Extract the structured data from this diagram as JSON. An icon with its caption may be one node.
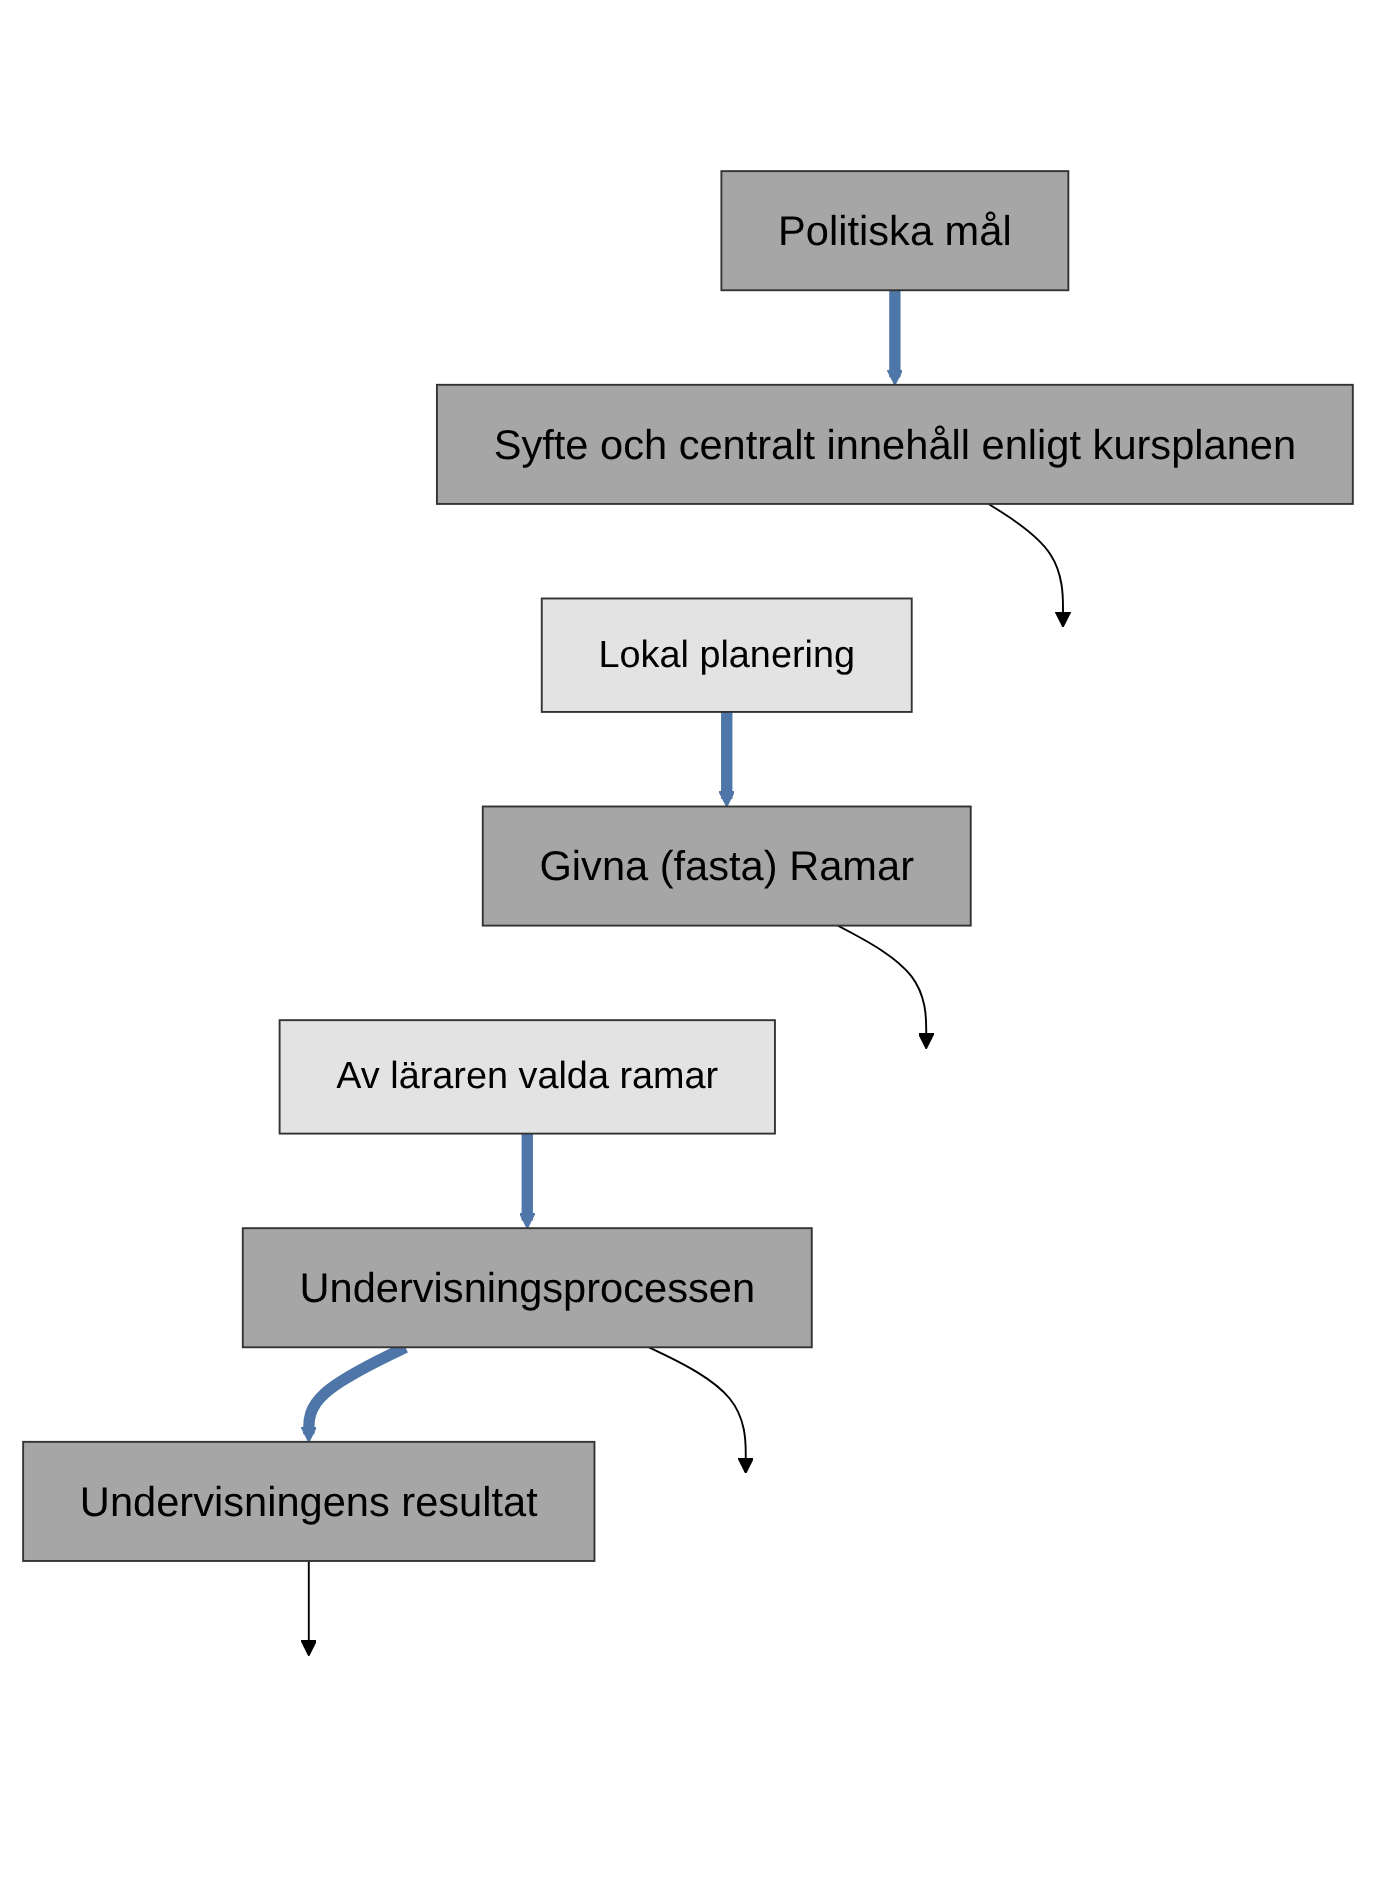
{
  "diagram": {
    "nodes": [
      {
        "text": [
          "Politiska mål"
        ]
      },
      {
        "text": [
          "Syfte och centralt innehåll enligt kursplanen"
        ]
      },
      {
        "text": [
          "Lokal planering"
        ]
      },
      {
        "text": [
          "Givna (fasta) Ramar"
        ]
      },
      {
        "text": [
          "Av läraren valda ramar"
        ]
      },
      {
        "text": [
          "Undervisningsprocessen"
        ]
      },
      {
        "text": [
          "Undervisningens resultat"
        ]
      }
    ],
    "edges": [
      {
        "from": 0,
        "to": 1,
        "arrow": "to",
        "style": "thick",
        "color": "#4f76a8"
      },
      {
        "from": 2,
        "to": 3,
        "arrow": "to",
        "style": "thick",
        "color": "#4f76a8"
      },
      {
        "from": 4,
        "to": 5,
        "arrow": "to",
        "style": "thick",
        "color": "#4f76a8"
      },
      {
        "from": 5,
        "to": 6,
        "arrow": "to",
        "style": "thick",
        "color": "#4f76a8"
      },
      {
        "from": 1,
        "to": null,
        "arrow": "to",
        "color": "#000000"
      },
      {
        "from": 3,
        "to": null,
        "arrow": "to",
        "color": "#000000"
      },
      {
        "from": 5,
        "to": null,
        "arrow": "to",
        "color": "#000000"
      },
      {
        "from": 6,
        "to": null,
        "arrow": "to",
        "color": "#000000"
      }
    ]
  }
}
